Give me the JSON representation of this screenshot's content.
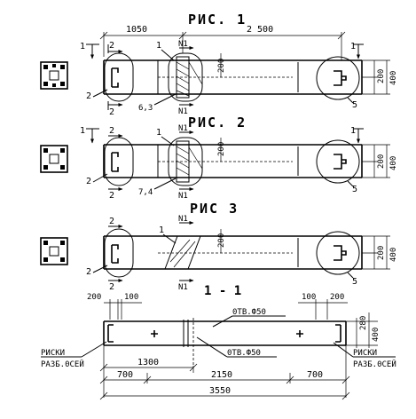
{
  "figures": {
    "fig1": {
      "title": "РИС. 1"
    },
    "fig2": {
      "title": "РИС. 2"
    },
    "fig3": {
      "title": "РИС 3"
    },
    "section": {
      "title": "1 - 1"
    }
  },
  "dims": {
    "d1050": "1050",
    "d2500": "2 500",
    "d200": "200",
    "d400": "400",
    "d100": "100",
    "d280": "280",
    "d1300": "1300",
    "d700": "700",
    "d2150": "2150",
    "d3550": "3550"
  },
  "marks": {
    "m1": "1",
    "m2": "2",
    "m5": "5",
    "mN1": "N1",
    "m63": "6,3",
    "m74": "7,4"
  },
  "notes": {
    "hole": "0ТВ.Ф50",
    "risk_title": "РИСКИ",
    "risk_ref": "РАЗБ.0СЕЙ"
  }
}
